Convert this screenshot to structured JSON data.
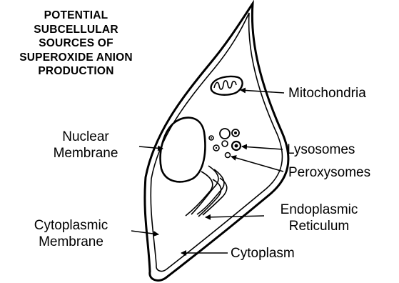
{
  "title_lines": [
    "POTENTIAL",
    "SUBCELLULAR",
    "SOURCES OF",
    "SUPEROXIDE ANION",
    "PRODUCTION"
  ],
  "labels": {
    "mitochondria": "Mitochondria",
    "nuclear_membrane": [
      "Nuclear",
      "Membrane"
    ],
    "lysosomes": "Lysosomes",
    "peroxysomes": "Peroxysomes",
    "endoplasmic_reticulum": [
      "Endoplasmic",
      "Reticulum"
    ],
    "cytoplasmic_membrane": [
      "Cytoplasmic",
      "Membrane"
    ],
    "cytoplasm": "Cytoplasm"
  },
  "colors": {
    "ink": "#000000",
    "background": "#ffffff"
  }
}
